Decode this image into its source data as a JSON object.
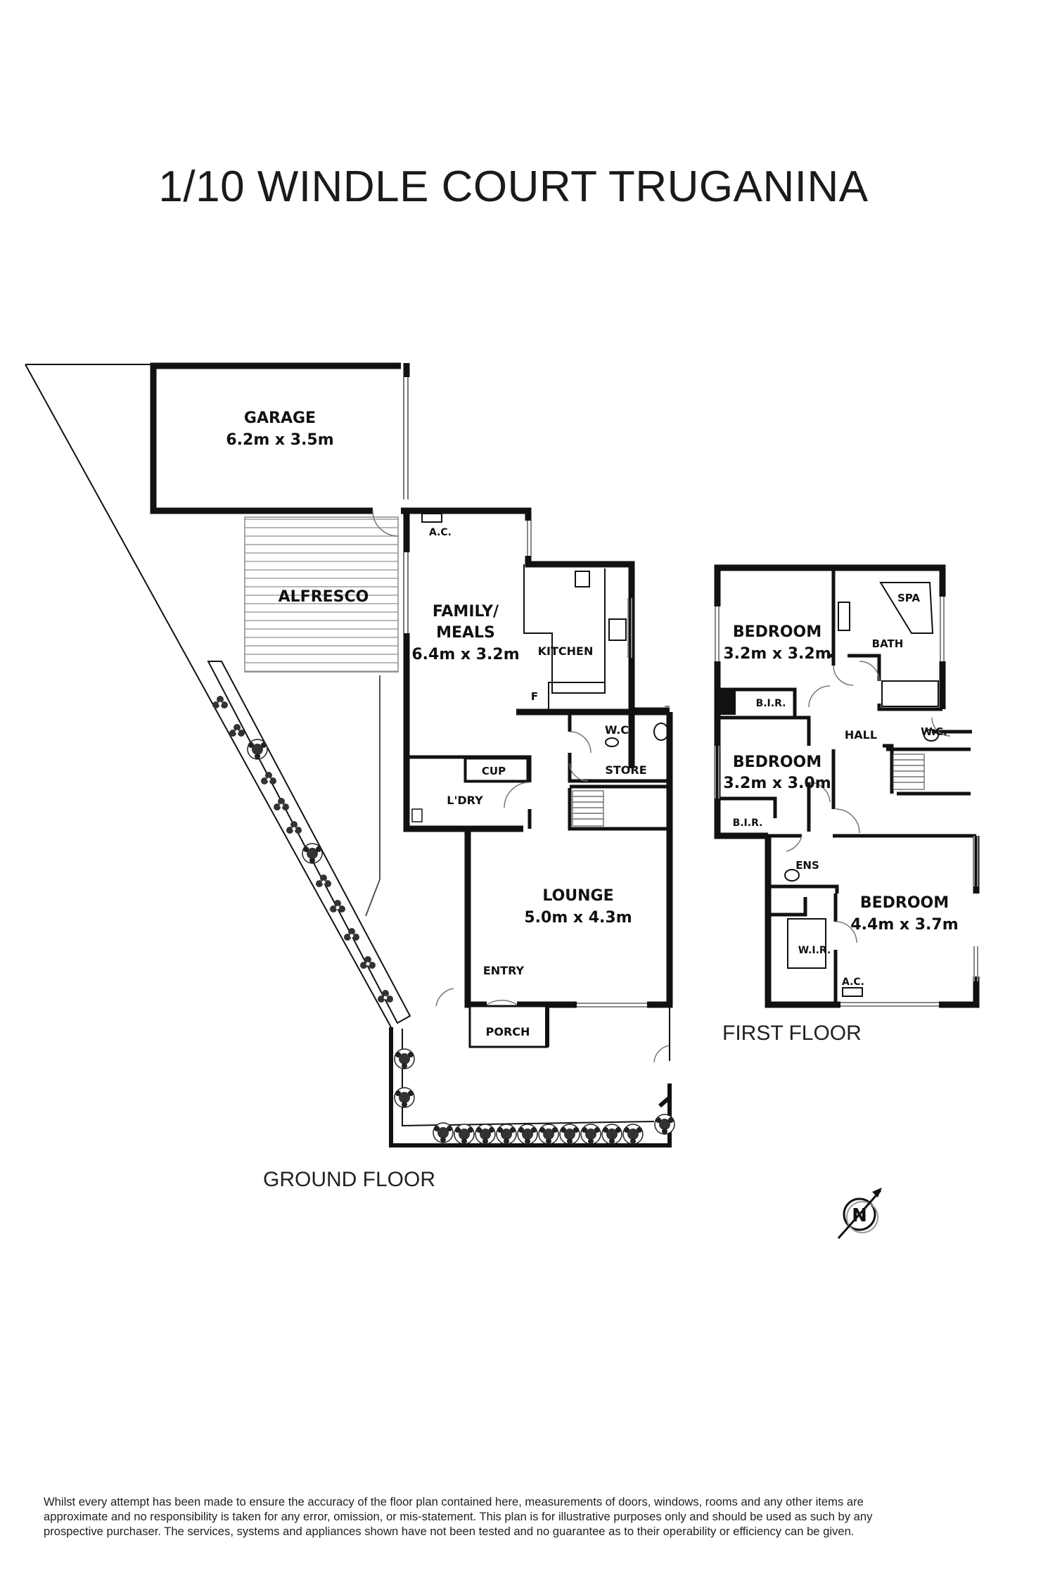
{
  "title": "1/10 WINDLE COURT TRUGANINA",
  "ground_floor": {
    "label": "GROUND FLOOR",
    "rooms": {
      "garage": {
        "name": "GARAGE",
        "size": "6.2m x 3.5m"
      },
      "alfresco": {
        "name": "ALFRESCO"
      },
      "family_meals": {
        "name_line1": "FAMILY/",
        "name_line2": "MEALS",
        "size": "6.4m x 3.2m"
      },
      "kitchen": {
        "name": "KITCHEN"
      },
      "ac": "A.C.",
      "fridge": "F",
      "wc": "W.C.",
      "store": "STORE",
      "cup": "CUP",
      "laundry": "L'DRY",
      "lounge": {
        "name": "LOUNGE",
        "size": "5.0m x 4.3m"
      },
      "entry": "ENTRY",
      "porch": "PORCH"
    }
  },
  "first_floor": {
    "label": "FIRST FLOOR",
    "rooms": {
      "bedroom1": {
        "name": "BEDROOM",
        "size": "3.2m x 3.2m"
      },
      "bir1": "B.I.R.",
      "spa": "SPA",
      "bath": "BATH",
      "hall": "HALL",
      "wc": "W.C.",
      "bedroom2": {
        "name": "BEDROOM",
        "size": "3.2m x 3.0m"
      },
      "bir2": "B.I.R.",
      "ens": "ENS",
      "wir": "W.I.R.",
      "bedroom3": {
        "name": "BEDROOM",
        "size": "4.4m x 3.7m"
      },
      "ac": "A.C."
    }
  },
  "compass": {
    "letter": "N"
  },
  "disclaimer": "Whilst every attempt has been made to ensure the accuracy of the floor plan contained here, measurements of doors, windows, rooms and any other items are approximate and no responsibility is taken for any error, omission, or mis-statement. This plan is for illustrative purposes only and should be used as such by any prospective purchaser. The services, systems and appliances shown have not been tested and no guarantee as to their operability or efficiency can be given."
}
